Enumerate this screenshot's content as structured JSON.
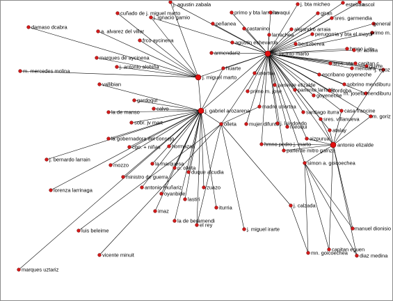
{
  "graph": {
    "node_color": "#d21a1a",
    "edge_color": "#000000",
    "background": "#ffffff",
    "nodes": [
      {
        "id": "jacinto",
        "label": "m. jacinto marto",
        "hub": true
      },
      {
        "id": "arozarena",
        "label": "j. gabriel arozarena",
        "hub": true
      },
      {
        "id": "miguel_marto",
        "label": "j. miguel marto",
        "hub": true
      },
      {
        "id": "elizalde",
        "label": "antonio elizalde",
        "hub": true
      },
      {
        "id": "zabala",
        "label": "j. agustin zabala"
      },
      {
        "id": "cunado",
        "label": "cuñado de j. miguel marto"
      },
      {
        "id": "gamio",
        "label": "j. ignacio gamio"
      },
      {
        "id": "damaso",
        "label": "damaso dcabra"
      },
      {
        "id": "alvarez",
        "label": "a. alvarez del villar"
      },
      {
        "id": "aycinena_f",
        "label": "frco aycinena"
      },
      {
        "id": "marques_ay",
        "label": "marques de aycinena"
      },
      {
        "id": "alobina",
        "label": "j. antonio alobiña"
      },
      {
        "id": "molina",
        "label": "m. mercedes molina"
      },
      {
        "id": "vallibian",
        "label": "vallibian"
      },
      {
        "id": "gardoqui",
        "label": "gardoqui"
      },
      {
        "id": "demanso",
        "label": "la de manso"
      },
      {
        "id": "calvo",
        "label": "calvo"
      },
      {
        "id": "sobr",
        "label": "sobr. jv mart"
      },
      {
        "id": "gobernadora",
        "label": "la gobernadora del consejo"
      },
      {
        "id": "cgo",
        "label": "cgo. + niñas"
      },
      {
        "id": "larrain",
        "label": "j. bernardo larrain"
      },
      {
        "id": "mozzo",
        "label": "mozzo"
      },
      {
        "id": "marquesa",
        "label": "la marquesa"
      },
      {
        "id": "ministro",
        "label": "ministro de guerra"
      },
      {
        "id": "olleta_p",
        "label": "p. olleta"
      },
      {
        "id": "hormazas",
        "label": "hormazas"
      },
      {
        "id": "alcudia",
        "label": "duque alcudia"
      },
      {
        "id": "munariz",
        "label": "antonio muñariz"
      },
      {
        "id": "oyanbide",
        "label": "oyanbide"
      },
      {
        "id": "zuazo",
        "label": "zuazo"
      },
      {
        "id": "lastiri",
        "label": "lastiri"
      },
      {
        "id": "imaz",
        "label": "imaz"
      },
      {
        "id": "iturria",
        "label": "iturria"
      },
      {
        "id": "beramendi",
        "label": "la de beramendi"
      },
      {
        "id": "elrey",
        "label": "el rey"
      },
      {
        "id": "larrinaga",
        "label": "lorenza larrinaga"
      },
      {
        "id": "beleime",
        "label": "luis beleime"
      },
      {
        "id": "minuit",
        "label": "vicente minuit"
      },
      {
        "id": "uztariz",
        "label": "marques uztariz"
      },
      {
        "id": "olleta",
        "label": "olleta"
      },
      {
        "id": "irarte",
        "label": "j. miguel irarte"
      },
      {
        "id": "calzada",
        "label": "j. calzada"
      },
      {
        "id": "primo_larr",
        "label": "primo y bta larraina"
      },
      {
        "id": "lavaqui",
        "label": "lavaqui"
      },
      {
        "id": "bta_micheo",
        "label": "j. bta micheo"
      },
      {
        "id": "esteban",
        "label": "esteban"
      },
      {
        "id": "ascol",
        "label": "ascol"
      },
      {
        "id": "giran",
        "label": "giran"
      },
      {
        "id": "garmendia",
        "label": "sres. garmendia"
      },
      {
        "id": "penanea",
        "label": "peñanea"
      },
      {
        "id": "castanino",
        "label": "castanino"
      },
      {
        "id": "arraia",
        "label": "alejandro arraia"
      },
      {
        "id": "larrachea",
        "label": "larrachea"
      },
      {
        "id": "general",
        "label": "general"
      },
      {
        "id": "primo_m",
        "label": "primo m."
      },
      {
        "id": "perugorria",
        "label": "perugorria y bta el mayor"
      },
      {
        "id": "echevarria",
        "label": "agustin echevarria"
      },
      {
        "id": "bertizberea",
        "label": "bertizberea"
      },
      {
        "id": "hmno_j",
        "label": "hmno j. m."
      },
      {
        "id": "abalia",
        "label": "sr. abalia"
      },
      {
        "id": "armendariz",
        "label": "armendariz"
      },
      {
        "id": "sres_sta",
        "label": "sres. sta"
      },
      {
        "id": "capitan_c",
        "label": "capitan c."
      },
      {
        "id": "guirre",
        "label": "guirre"
      },
      {
        "id": "huarte",
        "label": "huarte"
      },
      {
        "id": "uriortua",
        "label": "uriortua"
      },
      {
        "id": "mendaro",
        "label": "mendaro"
      },
      {
        "id": "egoz",
        "label": "j. egoz"
      },
      {
        "id": "goyeneche",
        "label": "escribano goyeneche"
      },
      {
        "id": "pariente_el",
        "label": "pariente elizalde"
      },
      {
        "id": "sobrino_m",
        "label": "sobrino mendiburu"
      },
      {
        "id": "primo_j",
        "label": "primo m. jose"
      },
      {
        "id": "pariente_lar",
        "label": "pariente larralde"
      },
      {
        "id": "cordoba",
        "label": "cordoba"
      },
      {
        "id": "goyeneche2",
        "label": "goyeneche"
      },
      {
        "id": "josefa",
        "label": "m. josefa mendiburu"
      },
      {
        "id": "uriortua2",
        "label": "madre uriortua"
      },
      {
        "id": "santiago",
        "label": "santiago iturra"
      },
      {
        "id": "casa_francine",
        "label": "casa francine"
      },
      {
        "id": "villanueva",
        "label": "sres. villanueva"
      },
      {
        "id": "goriz",
        "label": "m. goriz"
      },
      {
        "id": "mujer",
        "label": "mujer difunto"
      },
      {
        "id": "luisdondo",
        "label": "j. luisdondo"
      },
      {
        "id": "meoqui",
        "label": "meoqui"
      },
      {
        "id": "atalay",
        "label": "atalay"
      },
      {
        "id": "aizpurua",
        "label": "aizpurua"
      },
      {
        "id": "hmno_pedro",
        "label": "hmno pedro j. marto"
      },
      {
        "id": "gainza",
        "label": "pariente mitro gainza"
      },
      {
        "id": "goicoechea",
        "label": "simon a. goicoechea"
      },
      {
        "id": "dionisio",
        "label": "manuel dionisio"
      },
      {
        "id": "eguen",
        "label": "capitan eguen"
      },
      {
        "id": "mn_goico",
        "label": "mn. goicoechea"
      },
      {
        "id": "diaz",
        "label": "diaz medina"
      }
    ]
  }
}
